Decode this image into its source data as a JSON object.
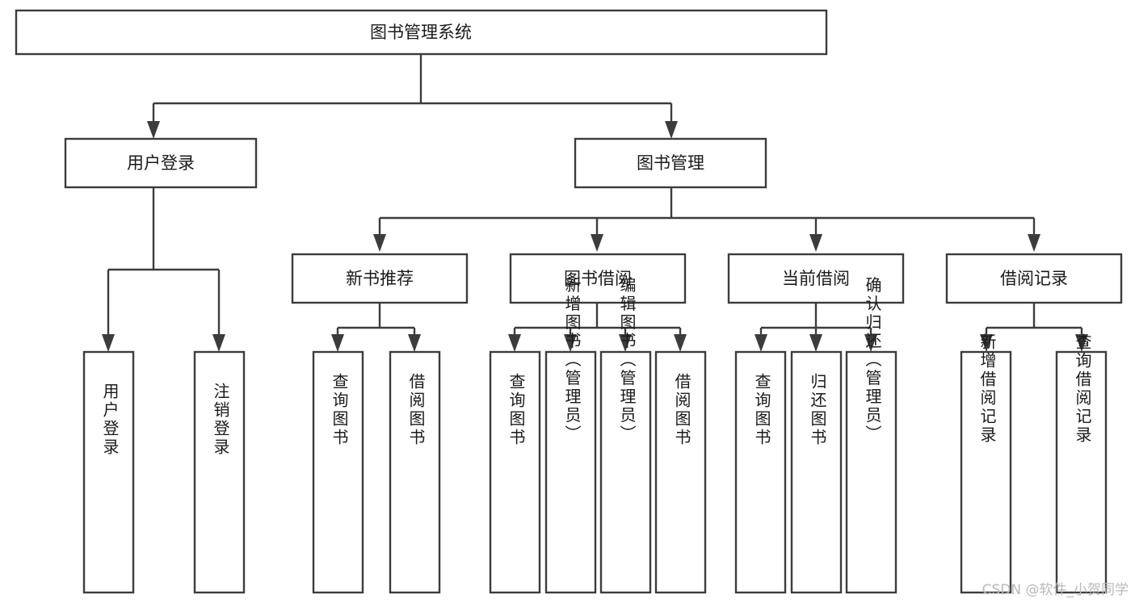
{
  "diagram": {
    "type": "tree-hierarchy-flowchart",
    "title": "图书管理系统",
    "watermark": "CSDN @软件_小贺同学",
    "colors": {
      "stroke": "#3c3c3c",
      "fill": "#ffffff",
      "text": "#1a1a1a",
      "watermark": "#b9b9b9"
    },
    "levels": {
      "root": {
        "label": "图书管理系统"
      },
      "level2": [
        {
          "label": "用户登录"
        },
        {
          "label": "图书管理"
        }
      ],
      "level3": [
        {
          "label": "新书推荐"
        },
        {
          "label": "图书借阅"
        },
        {
          "label": "当前借阅"
        },
        {
          "label": "借阅记录"
        }
      ],
      "leaves": [
        {
          "label": "用户登录",
          "parent": "用户登录"
        },
        {
          "label": "注销登录",
          "parent": "用户登录"
        },
        {
          "label": "查询图书",
          "parent": "新书推荐"
        },
        {
          "label": "借阅图书",
          "parent": "新书推荐"
        },
        {
          "label": "查询图书",
          "parent": "图书借阅"
        },
        {
          "label": "新增图书（管理员）",
          "parent": "图书借阅"
        },
        {
          "label": "编辑图书（管理员）",
          "parent": "图书借阅"
        },
        {
          "label": "借阅图书",
          "parent": "图书借阅"
        },
        {
          "label": "查询图书",
          "parent": "当前借阅"
        },
        {
          "label": "归还图书",
          "parent": "当前借阅"
        },
        {
          "label": "确认归还（管理员）",
          "parent": "当前借阅"
        },
        {
          "label": "新增借阅记录",
          "parent": "借阅记录"
        },
        {
          "label": "查询借阅记录",
          "parent": "借阅记录"
        }
      ]
    }
  }
}
